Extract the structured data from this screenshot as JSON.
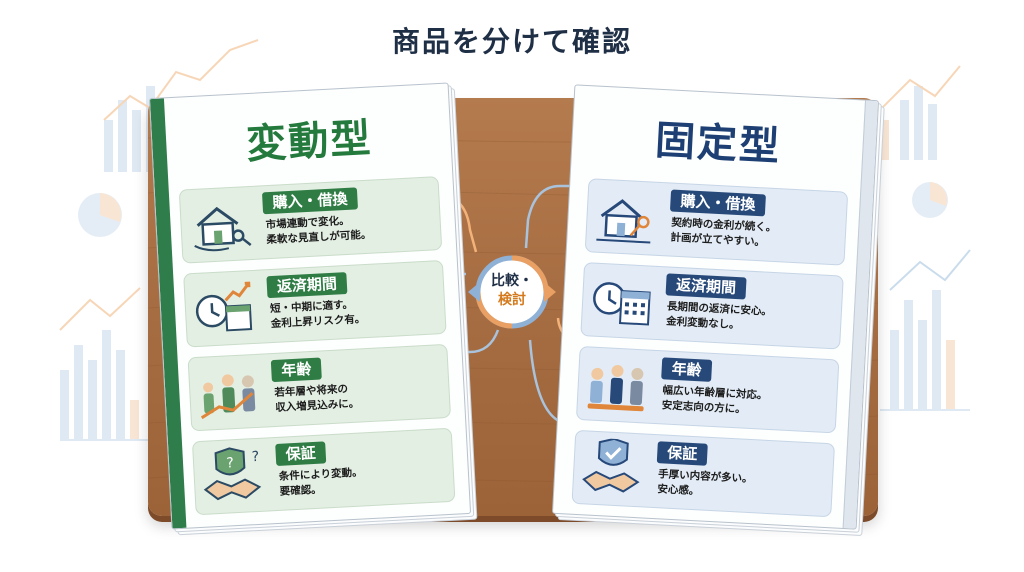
{
  "page": {
    "title": "商品を分けて確認"
  },
  "colors": {
    "variable_accent": "#2f7d45",
    "fixed_accent": "#27497a",
    "compare_accent": "#d47a1c",
    "table_wood": "#a86e43"
  },
  "variable_booklet": {
    "title": "変動型",
    "sections": [
      {
        "heading": "購入・借換",
        "line1": "市場連動で変化。",
        "line2": "柔軟な見直しが可能。",
        "icon": "house-key-icon"
      },
      {
        "heading": "返済期間",
        "line1": "短・中期に適す。",
        "line2": "金利上昇リスク有。",
        "icon": "clock-calendar-icon"
      },
      {
        "heading": "年齢",
        "line1": "若年層や将来の",
        "line2": "収入増見込みに。",
        "icon": "family-growth-icon"
      },
      {
        "heading": "保証",
        "line1": "条件により変動。",
        "line2": "要確認。",
        "icon": "handshake-question-icon"
      }
    ]
  },
  "fixed_booklet": {
    "title": "固定型",
    "sections": [
      {
        "heading": "購入・借換",
        "line1": "契約時の金利が続く。",
        "line2": "計画が立てやすい。",
        "icon": "house-key-icon"
      },
      {
        "heading": "返済期間",
        "line1": "長期間の返済に安心。",
        "line2": "金利変動なし。",
        "icon": "clock-calendar-icon"
      },
      {
        "heading": "年齢",
        "line1": "幅広い年齢層に対応。",
        "line2": "安定志向の方に。",
        "icon": "family-group-icon"
      },
      {
        "heading": "保証",
        "line1": "手厚い内容が多い。",
        "line2": "安心感。",
        "icon": "handshake-shield-icon"
      }
    ]
  },
  "compare_badge": {
    "line1": "比較・",
    "line2": "検討",
    "icon": "two-way-arrow-icon"
  }
}
